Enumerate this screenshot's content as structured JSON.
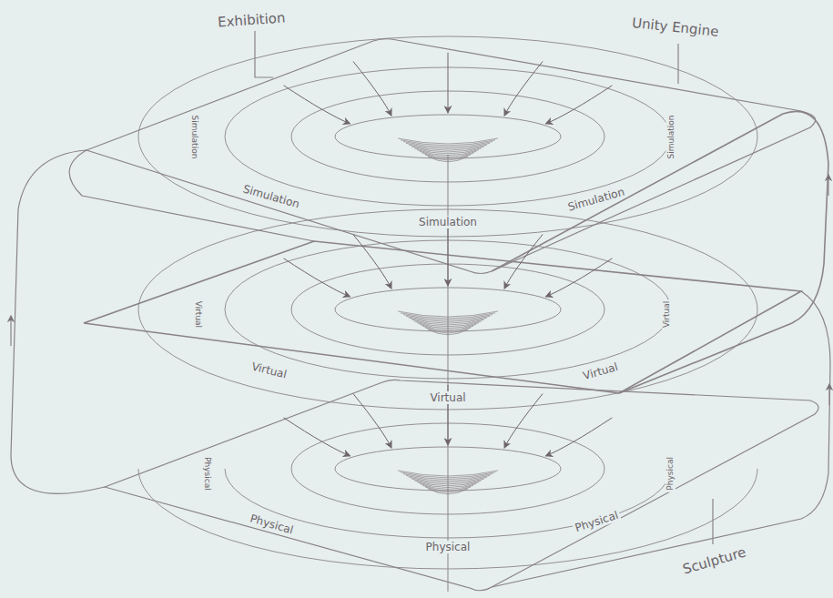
{
  "diagram": {
    "labels": [
      "Exhibition",
      "Unity Engine",
      "Simulation",
      "Simulation",
      "Simulation",
      "Simulation",
      "Simulation",
      "Virtual",
      "Virtual",
      "Virtual",
      "Virtual",
      "Virtual",
      "Physical",
      "Physical",
      "Physical",
      "Physical",
      "Physical",
      "Sculpture"
    ]
  }
}
